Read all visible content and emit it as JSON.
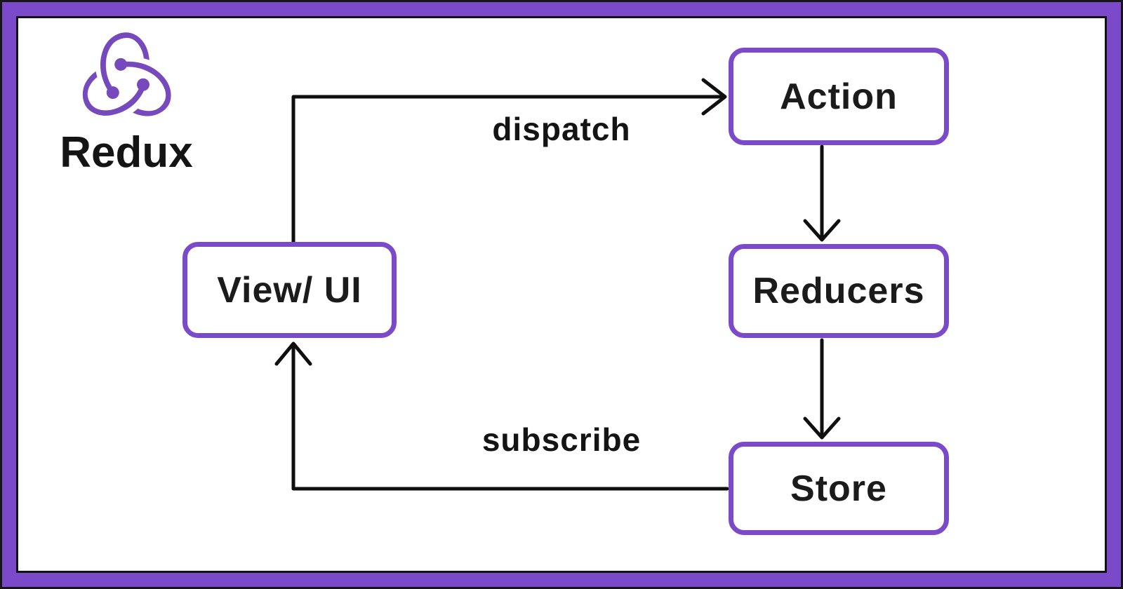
{
  "logo": {
    "brand": "Redux",
    "icon": "redux-logo-icon"
  },
  "diagram": {
    "title_implicit": "Redux data flow",
    "nodes": [
      {
        "id": "action",
        "label": "Action"
      },
      {
        "id": "reducers",
        "label": "Reducers"
      },
      {
        "id": "store",
        "label": "Store"
      },
      {
        "id": "view-ui",
        "label": "View/ UI"
      }
    ],
    "edges": [
      {
        "from": "view-ui",
        "to": "action",
        "label": "dispatch"
      },
      {
        "from": "action",
        "to": "reducers",
        "label": ""
      },
      {
        "from": "reducers",
        "to": "store",
        "label": ""
      },
      {
        "from": "store",
        "to": "view-ui",
        "label": "subscribe"
      }
    ]
  },
  "colors": {
    "frame_purple": "#7a4aca",
    "node_border_purple": "#7a4aca",
    "logo_purple": "#764abc",
    "line_color": "#0f0f0f",
    "canvas_background": "#ffffff",
    "text_color": "#141414"
  }
}
